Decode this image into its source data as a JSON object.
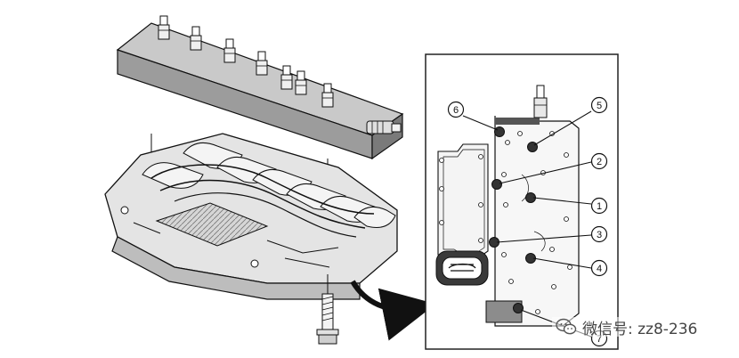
{
  "callouts": [
    {
      "id": "callout-6",
      "label": "6"
    },
    {
      "id": "callout-5",
      "label": "5"
    },
    {
      "id": "callout-2",
      "label": "2"
    },
    {
      "id": "callout-1",
      "label": "1"
    },
    {
      "id": "callout-3",
      "label": "3"
    },
    {
      "id": "callout-4",
      "label": "4"
    },
    {
      "id": "callout-7",
      "label": "7"
    }
  ],
  "watermark": {
    "text": "微信号: zz8-236",
    "icon": "wechat-icon"
  },
  "colors": {
    "line": "#111111",
    "block_top": "#c9c9c9",
    "block_front": "#9c9c9c",
    "block_side": "#7a7a7a",
    "body": "#e4e4e4",
    "panel_border": "#222222"
  }
}
